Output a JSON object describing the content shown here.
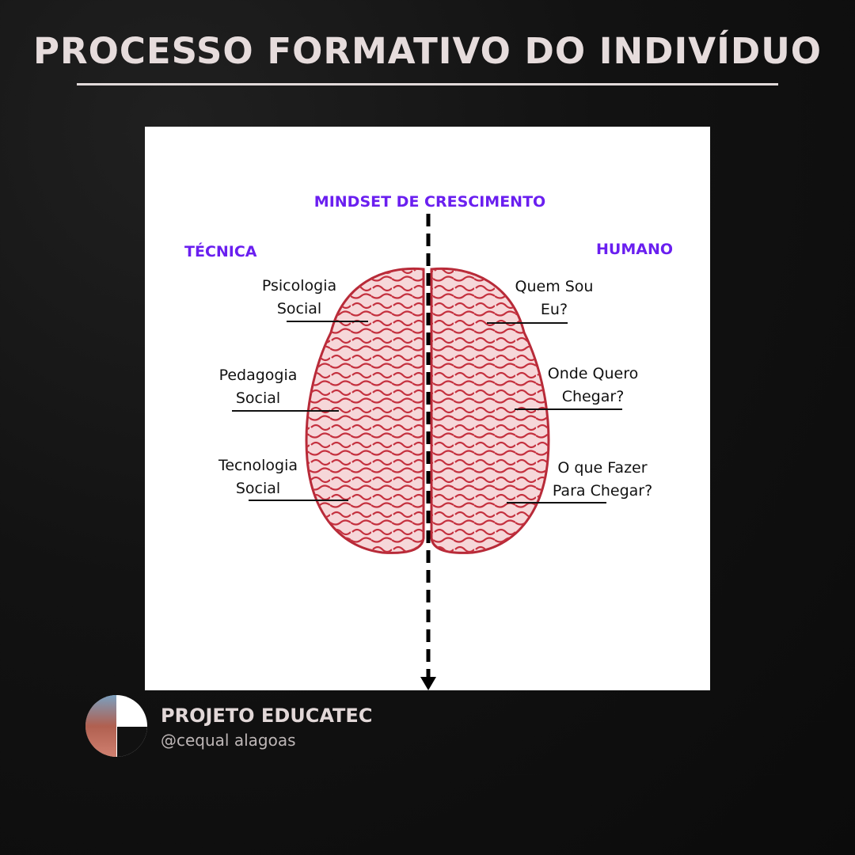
{
  "header": {
    "title": "PROCESSO FORMATIVO DO INDIVÍDUO"
  },
  "diagram": {
    "axis_label": "MINDSET DE CRESCIMENTO",
    "left_heading": "TÉCNICA",
    "right_heading": "HUMANO",
    "left_labels": [
      [
        "Psicologia",
        "Social"
      ],
      [
        "Pedagogia",
        "Social"
      ],
      [
        "Tecnologia",
        "Social"
      ]
    ],
    "right_labels": [
      [
        "Quem Sou",
        "Eu?"
      ],
      [
        "Onde Quero",
        "Chegar?"
      ],
      [
        "O que Fazer",
        "Para Chegar?"
      ]
    ],
    "brain_color": "#c4303e",
    "accent": "#6a1ff0"
  },
  "footer": {
    "org": "PROJETO EDUCATEC",
    "handle": "@cequal alagoas"
  }
}
